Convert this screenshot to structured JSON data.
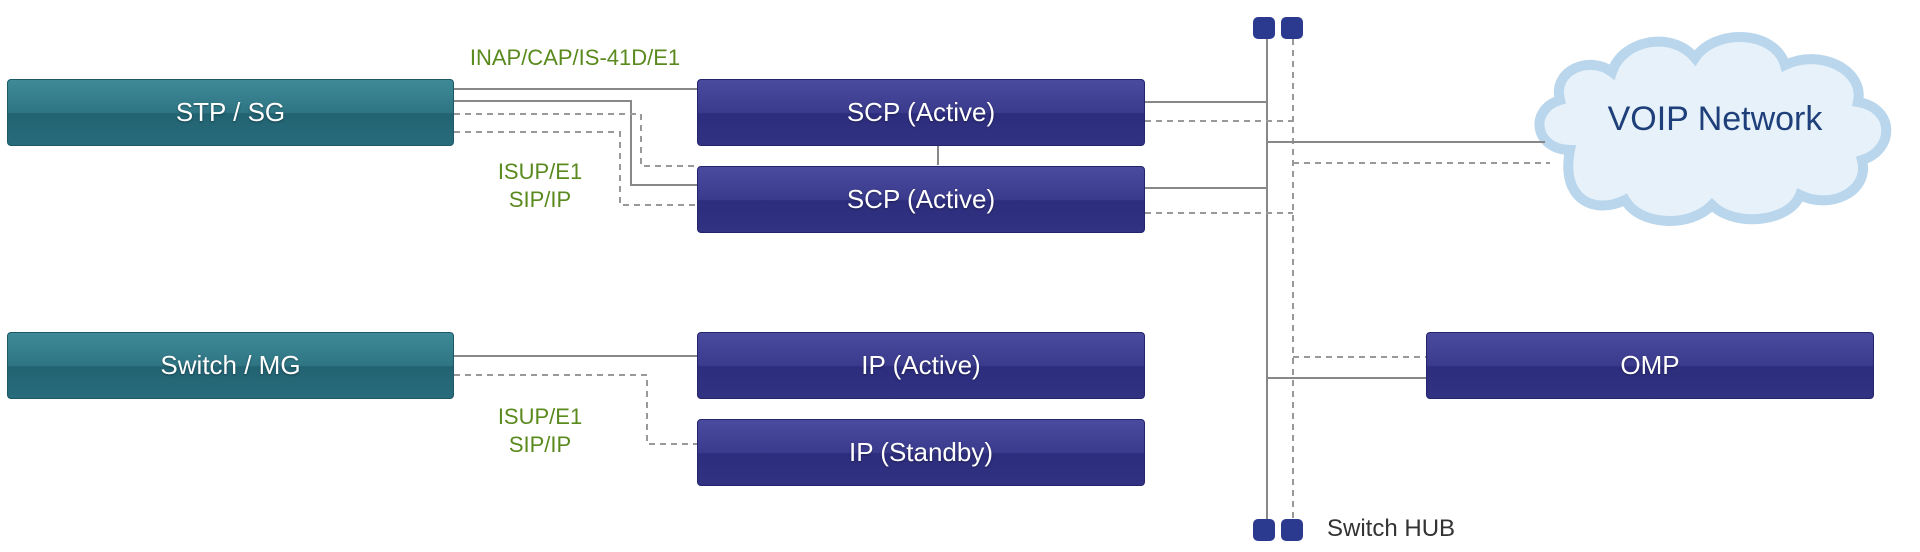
{
  "nodes": {
    "stp_sg": "STP / SG",
    "scp_active_1": "SCP (Active)",
    "scp_active_2": "SCP (Active)",
    "switch_mg": "Switch / MG",
    "ip_active": "IP (Active)",
    "ip_standby": "IP (Standby)",
    "omp": "OMP",
    "voip_network": "VOIP Network"
  },
  "labels": {
    "top_protocol": "INAP/CAP/IS-41D/E1",
    "isup_e1_top": "ISUP/E1",
    "sip_ip_top": "SIP/IP",
    "isup_e1_bottom": "ISUP/E1",
    "sip_ip_bottom": "SIP/IP",
    "switch_hub": "Switch HUB"
  },
  "colors": {
    "teal_box": "#2f7584",
    "navy_box": "#3b3b8e",
    "protocol_label": "#5a8a1e",
    "hub_square": "#2b3a8f",
    "cloud_fill": "#e6f1fa",
    "cloud_stroke": "#b9d6ec",
    "wire": "#888888"
  }
}
